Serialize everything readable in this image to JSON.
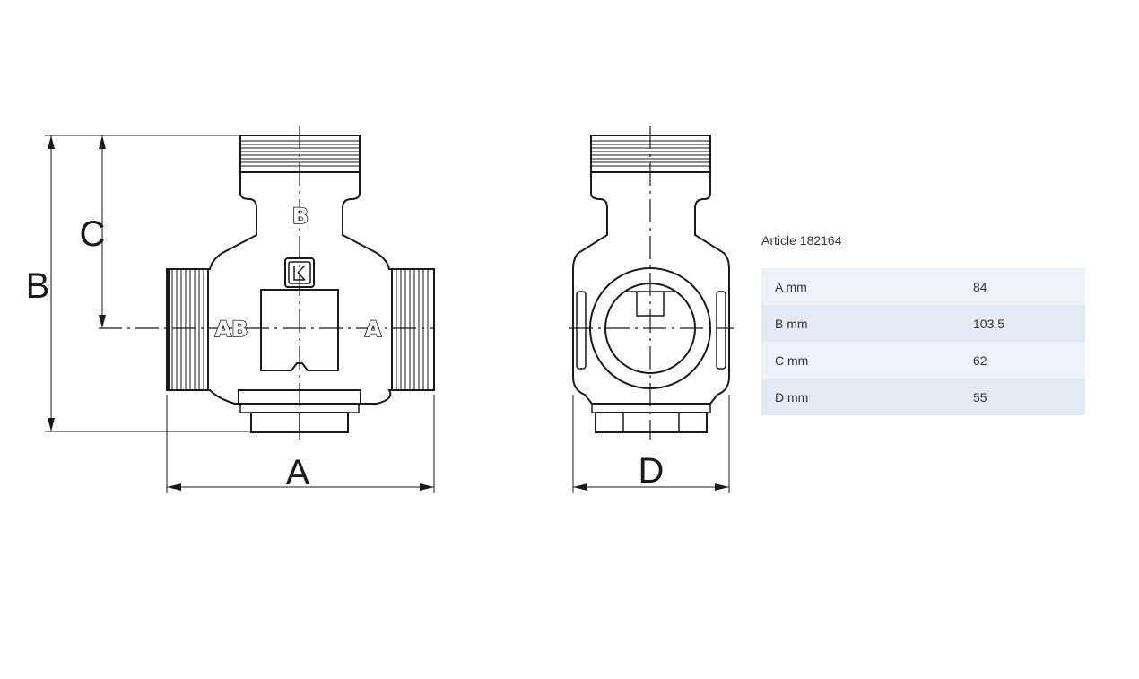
{
  "diagram": {
    "dimension_letters": {
      "a": "A",
      "b": "B",
      "c": "C",
      "d": "D"
    },
    "port_labels": {
      "top": "B",
      "left": "AB",
      "right": "A"
    }
  },
  "specs": {
    "title": "Article 182164",
    "rows": [
      {
        "label": "A mm",
        "value": "84"
      },
      {
        "label": "B mm",
        "value": "103.5"
      },
      {
        "label": "C mm",
        "value": "62"
      },
      {
        "label": "D mm",
        "value": "55"
      }
    ]
  }
}
